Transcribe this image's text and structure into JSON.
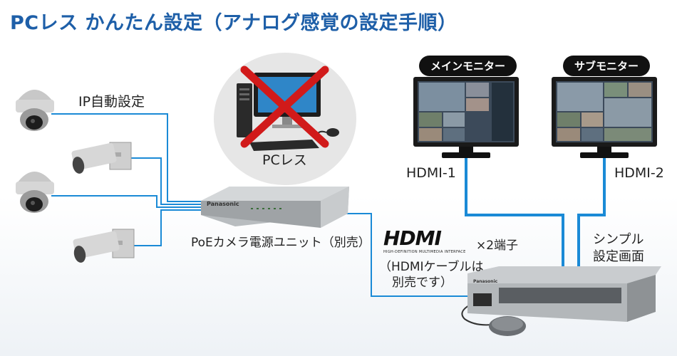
{
  "title": "PCレス かんたん設定（アナログ感覚の設定手順）",
  "ip_label": "IP自動設定",
  "pcless_label": "PCレス",
  "poe_label": "PoEカメラ電源ユニット（別売）",
  "main_monitor_label": "メインモニター",
  "sub_monitor_label": "サブモニター",
  "hdmi1_label": "HDMI-1",
  "hdmi2_label": "HDMI-2",
  "hdmi_logo": "HDMI",
  "hdmi_logo_sub": "HIGH-DEFINITION MULTIMEDIA INTERFACE",
  "hdmi_ports": "×2端子",
  "hdmi_cable_line1": "（HDMIケーブルは",
  "hdmi_cable_line2": "別売です）",
  "simple_line1": "シンプル",
  "simple_line2": "設定画面",
  "poe_brand": "Panasonic",
  "recorder_brand": "Panasonic",
  "colors": {
    "title": "#1e5fa8",
    "cable": "#1a8ad6",
    "bubble": "#e6e6e6",
    "cross": "#d11a1a"
  }
}
